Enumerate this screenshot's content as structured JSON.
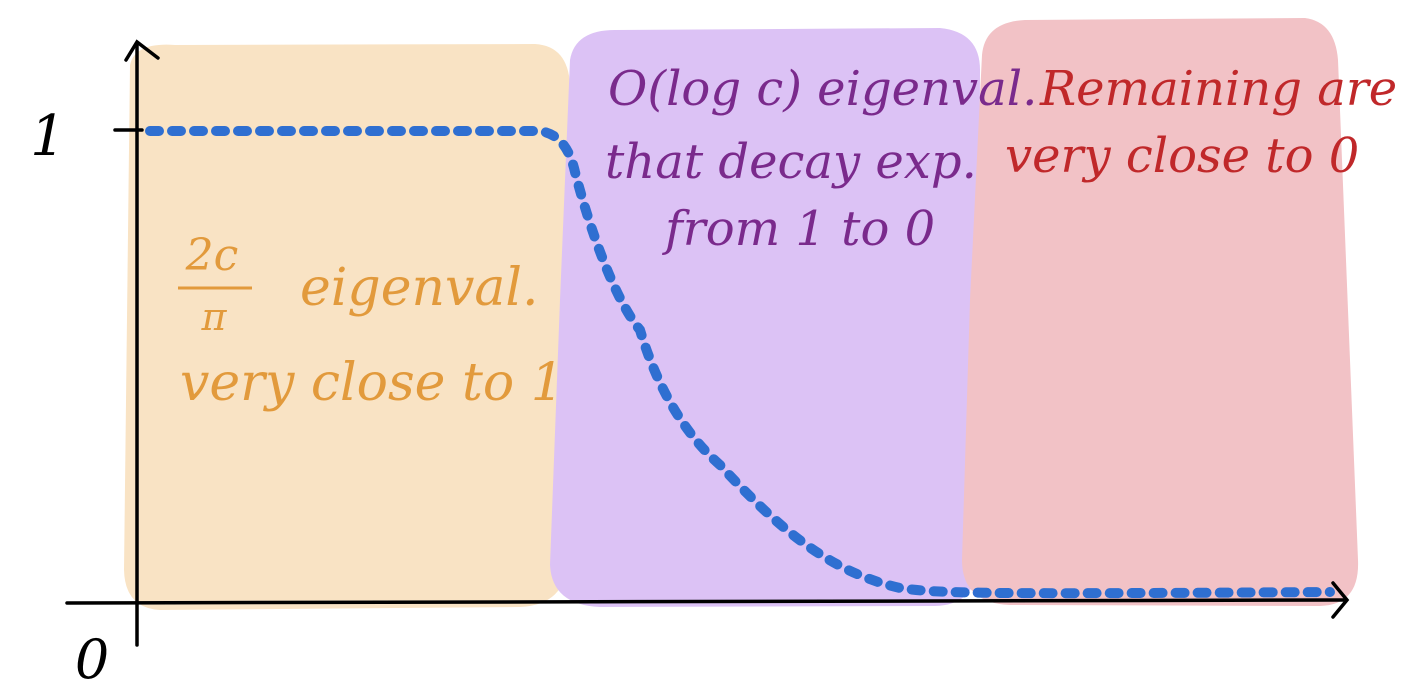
{
  "axis": {
    "y_tick_label": "1",
    "origin_label": "0"
  },
  "regions": {
    "first": {
      "fraction_numerator": "2c",
      "fraction_denominator": "π",
      "line1_rest": "eigenval.",
      "line2": "very close to 1",
      "color": "#e29a3c",
      "fill": "#f9e3c4"
    },
    "second": {
      "line1": "O(log c) eigenval.",
      "line2": "that decay exp.",
      "line3": "from 1 to 0",
      "color": "#7a2a8c",
      "fill": "#dcc2f5"
    },
    "third": {
      "line1": "Remaining are",
      "line2": "very close to 0",
      "color": "#c0282a",
      "fill": "#f2c2c6"
    }
  },
  "curve_color": "#2f6fd1",
  "axis_color": "#000000"
}
